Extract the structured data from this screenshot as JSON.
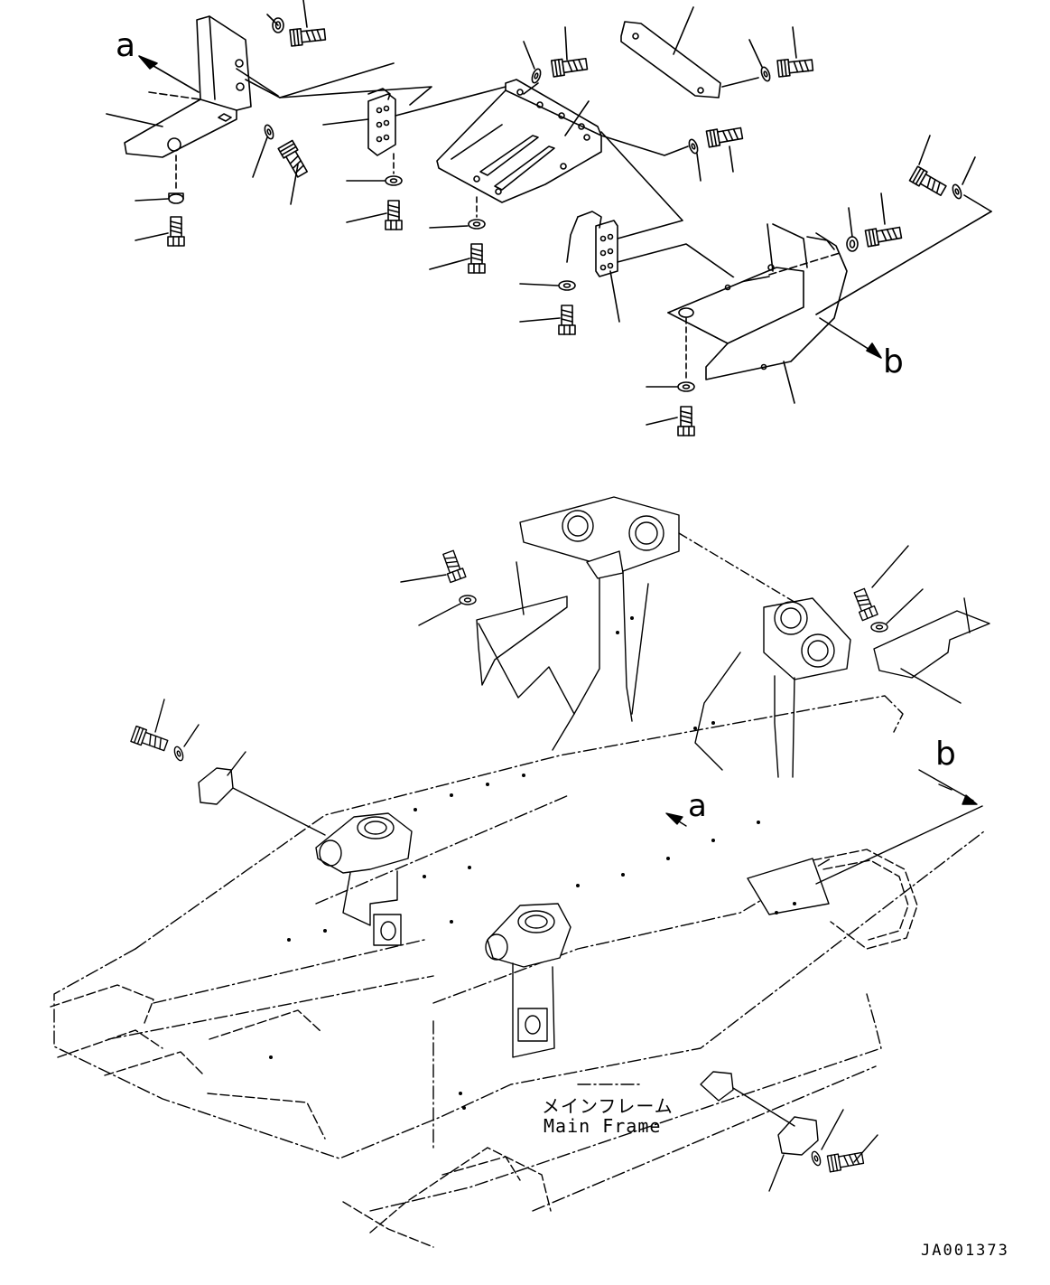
{
  "labels": {
    "view_a_top": "a",
    "view_b_top": "b",
    "view_a_frame": "a",
    "view_b_frame": "b",
    "frame_name_jp": "メインフレーム",
    "frame_name_en": "Main Frame",
    "drawing_code": "JA001373"
  }
}
